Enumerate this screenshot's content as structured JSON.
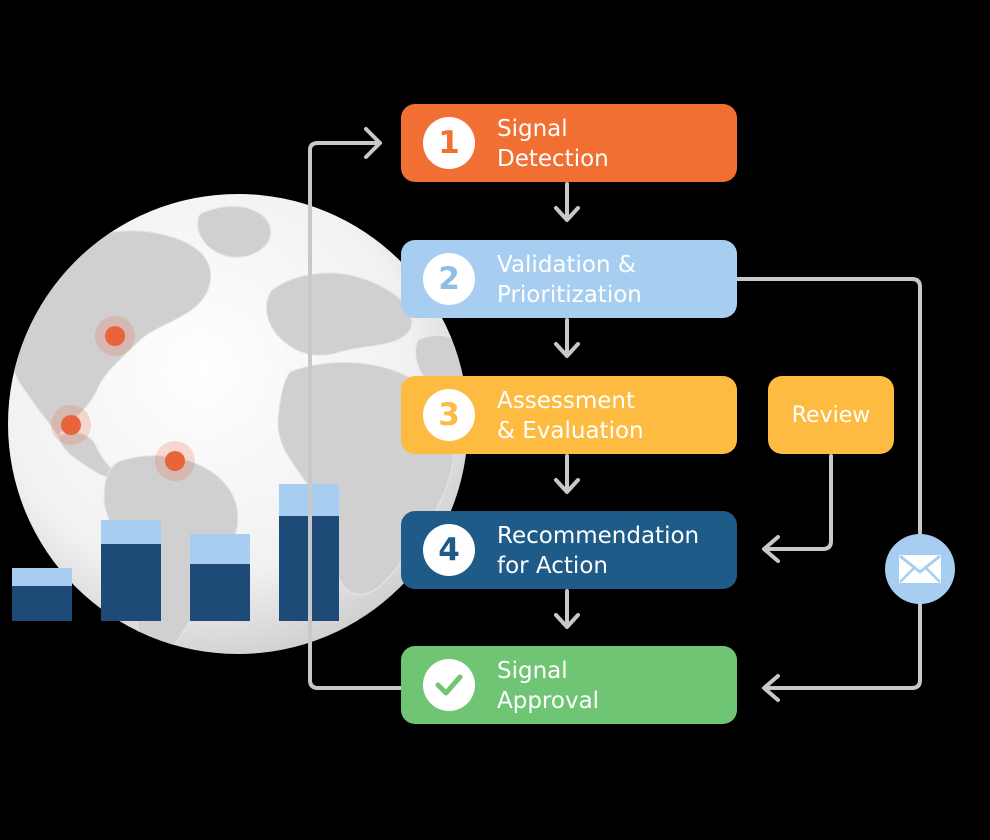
{
  "steps": [
    {
      "number": "1",
      "label": "Signal\nDetection",
      "color": "#f26f33"
    },
    {
      "number": "2",
      "label": "Validation &\nPrioritization",
      "color": "#a7cdf0"
    },
    {
      "number": "3",
      "label": "Assessment\n& Evaluation",
      "color": "#fdbb42"
    },
    {
      "number": "4",
      "label": "Recommendation\nfor Action",
      "color": "#1e5b88"
    },
    {
      "number": "",
      "label": "Signal\nApproval",
      "color": "#6fc574"
    }
  ],
  "review_label": "Review",
  "icons": {
    "final_step": "checkmark-icon",
    "notification": "envelope-icon",
    "background": "globe-illustration"
  },
  "colors": {
    "background": "#000000",
    "connector": "#c8c8c8",
    "bar_dark": "#1e4a78",
    "bar_light": "#a7cdf0",
    "hotspot": "#e8643a"
  }
}
